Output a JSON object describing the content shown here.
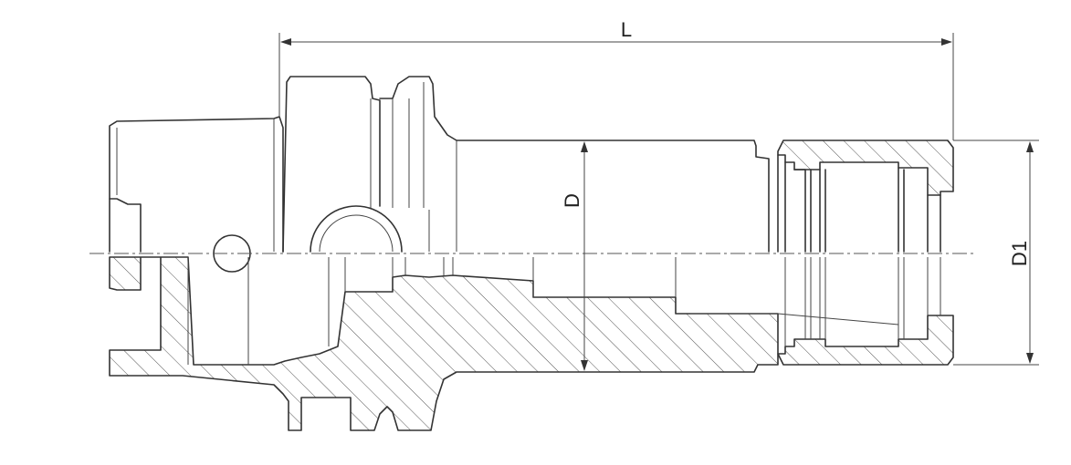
{
  "diagram": {
    "dimensions": {
      "length_label": "L",
      "diameter_label": "D",
      "diameter1_label": "D1"
    }
  },
  "colors": {
    "line": "#333333",
    "background": "#ffffff"
  }
}
